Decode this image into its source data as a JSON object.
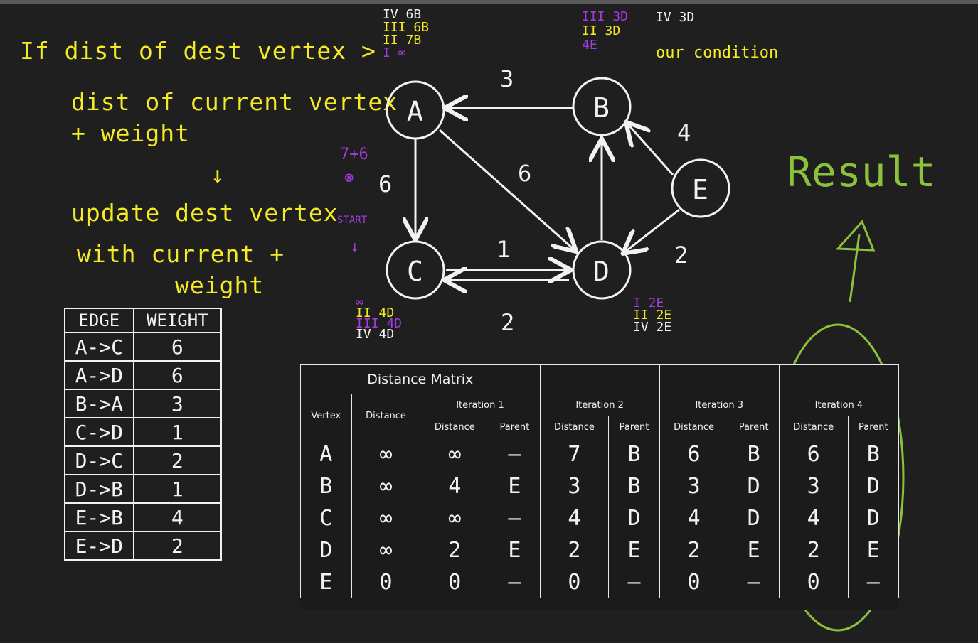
{
  "rule": {
    "lines": [
      "If dist of dest vertex >",
      "dist of current vertex",
      "+ weight",
      "↓",
      "update dest vertex",
      "with current +",
      "weight"
    ]
  },
  "annotations": {
    "a_notes": [
      "IV 6B",
      "III 6B",
      "II 7B",
      "I ∞"
    ],
    "b_notes": [
      "III 3D",
      "II 3D",
      "4E"
    ],
    "b_note_right": "IV 3D",
    "our_condition": "our condition",
    "c_notes": [
      "∞",
      "II 4D",
      "III 4D",
      "IV 4D"
    ],
    "d_notes": [
      "I 2E",
      "II 2E",
      "IV 2E"
    ],
    "start_label": "START",
    "ac_note": "7+6",
    "ac_note2": "⊗",
    "result_label": "Result"
  },
  "graph": {
    "nodes": [
      "A",
      "B",
      "C",
      "D",
      "E"
    ],
    "weights": {
      "ba": "3",
      "ac": "6",
      "ad": "6",
      "eb": "4",
      "cd": "1",
      "ed": "2",
      "dc": "2"
    }
  },
  "edge_table": {
    "headers": [
      "EDGE",
      "WEIGHT"
    ],
    "rows": [
      [
        "A->C",
        "6"
      ],
      [
        "A->D",
        "6"
      ],
      [
        "B->A",
        "3"
      ],
      [
        "C->D",
        "1"
      ],
      [
        "D->C",
        "2"
      ],
      [
        "D->B",
        "1"
      ],
      [
        "E->B",
        "4"
      ],
      [
        "E->D",
        "2"
      ]
    ]
  },
  "matrix": {
    "title": "Distance Matrix",
    "col_vertex": "Vertex",
    "col_distance": "Distance",
    "iterations": [
      "Iteration 1",
      "Iteration 2",
      "Iteration 3",
      "Iteration 4"
    ],
    "sub_distance": "Distance",
    "sub_parent": "Parent",
    "rows": [
      {
        "v": "A",
        "d": "∞",
        "i1d": "∞",
        "i1p": "–",
        "i2d": "7",
        "i2p": "B",
        "i3d": "6",
        "i3p": "B",
        "i4d": "6",
        "i4p": "B"
      },
      {
        "v": "B",
        "d": "∞",
        "i1d": "4",
        "i1p": "E",
        "i2d": "3",
        "i2p": "B",
        "i3d": "3",
        "i3p": "D",
        "i4d": "3",
        "i4p": "D"
      },
      {
        "v": "C",
        "d": "∞",
        "i1d": "∞",
        "i1p": "–",
        "i2d": "4",
        "i2p": "D",
        "i3d": "4",
        "i3p": "D",
        "i4d": "4",
        "i4p": "D"
      },
      {
        "v": "D",
        "d": "∞",
        "i1d": "2",
        "i1p": "E",
        "i2d": "2",
        "i2p": "E",
        "i3d": "2",
        "i3p": "E",
        "i4d": "2",
        "i4p": "E"
      },
      {
        "v": "E",
        "d": "0",
        "i1d": "0",
        "i1p": "–",
        "i2d": "0",
        "i2p": "—",
        "i3d": "0",
        "i3p": "–",
        "i4d": "0",
        "i4p": "—"
      }
    ]
  },
  "colors": {
    "yellow": "#f4ea26",
    "purple": "#a23ae0",
    "white": "#f2f2f2",
    "green": "#8cc23a",
    "red": "#e0352b",
    "blue": "#2f8de8"
  }
}
